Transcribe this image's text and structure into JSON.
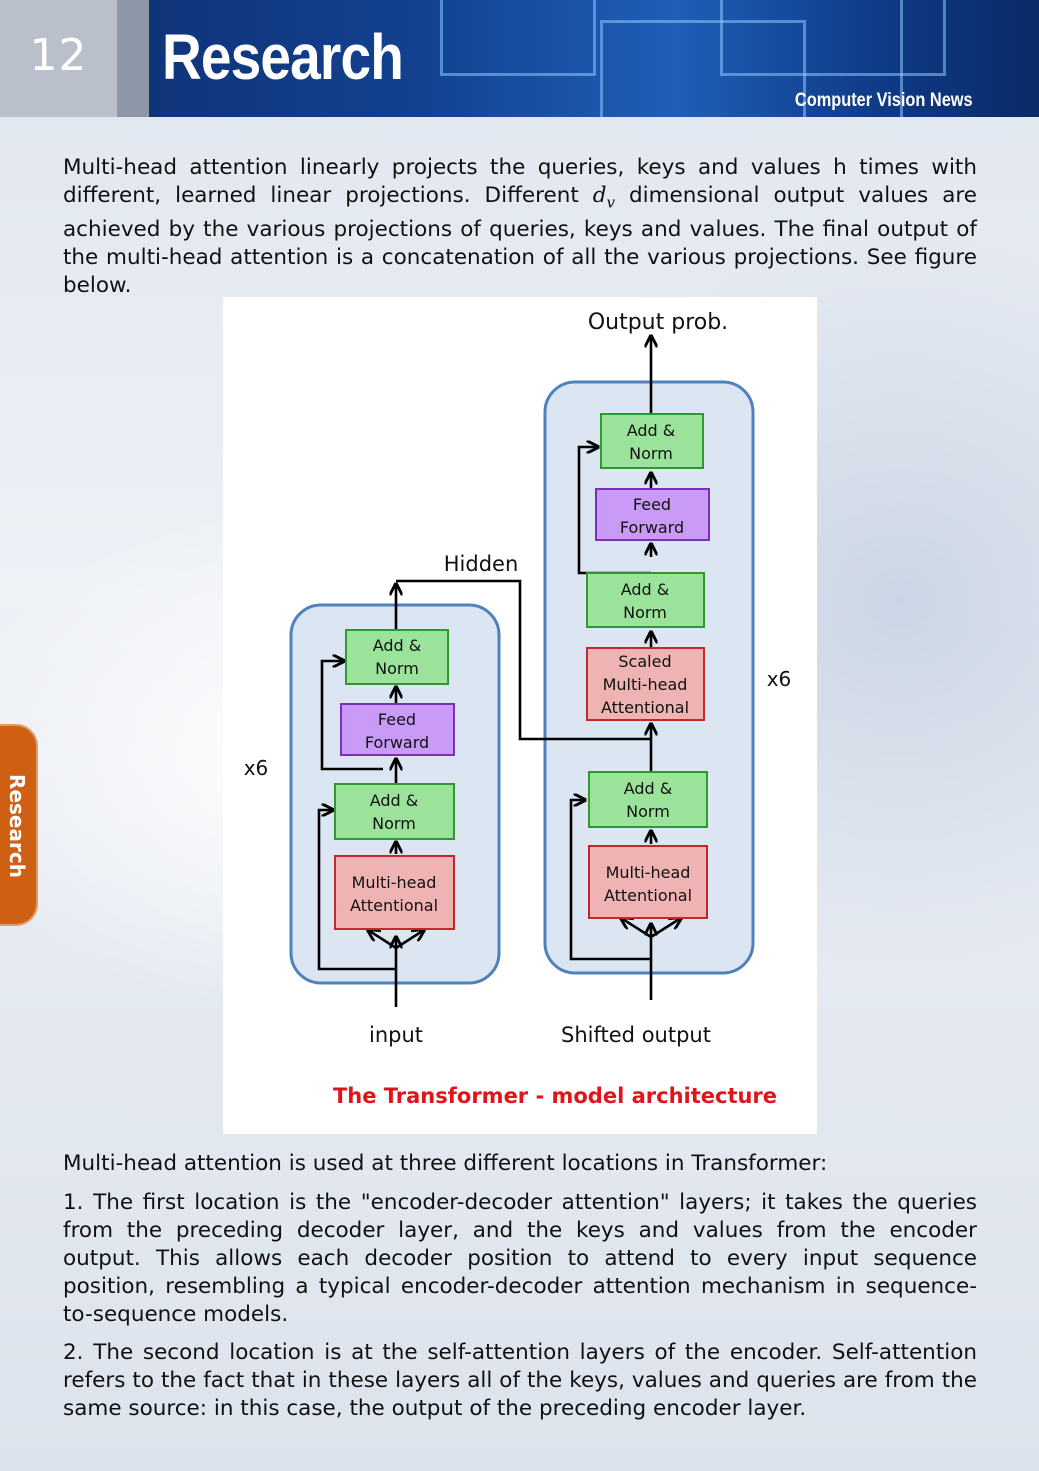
{
  "header": {
    "page_number": "12",
    "section": "Research",
    "magazine": "Computer Vision News"
  },
  "side_tab": {
    "label": "Research"
  },
  "intro": {
    "part1": "Multi-head attention linearly projects the queries, keys and values h times with different, learned linear projections. Different ",
    "dv_symbol": "d",
    "dv_sub": "v",
    "part2": " dimensional output values are achieved by the various projections of queries, keys and values. The final output of the multi-head attention is a concatenation of all the various projections. See figure below."
  },
  "figure": {
    "output_label": "Output prob.",
    "hidden_label": "Hidden",
    "input_label": "input",
    "shifted_label": "Shifted output",
    "encoder_repeat": "x6",
    "decoder_repeat": "x6",
    "caption": "The Transformer - model architecture",
    "encoder_blocks": {
      "add_norm_top": [
        "Add &",
        "Norm"
      ],
      "feed_forward": [
        "Feed",
        "Forward"
      ],
      "add_norm_bottom": [
        "Add &",
        "Norm"
      ],
      "multihead": [
        "Multi-head",
        "Attentional"
      ]
    },
    "decoder_blocks": {
      "add_norm_top": [
        "Add &",
        "Norm"
      ],
      "feed_forward": [
        "Feed",
        "Forward"
      ],
      "add_norm_mid": [
        "Add &",
        "Norm"
      ],
      "scaled_multihead": [
        "Scaled",
        "Multi-head",
        "Attentional"
      ],
      "add_norm_bottom": [
        "Add &",
        "Norm"
      ],
      "multihead": [
        "Multi-head",
        "Attentional"
      ]
    },
    "colors": {
      "add_norm_fill": "#9be39b",
      "add_norm_stroke": "#2e9a2e",
      "feed_forward_fill": "#c99bf6",
      "feed_forward_stroke": "#7a2fbf",
      "attention_fill": "#efb3b3",
      "attention_stroke": "#c0282a",
      "container_fill": "#dce6f2",
      "container_stroke": "#4f81bd",
      "caption_color": "#e0151c"
    }
  },
  "body": {
    "locations_intro": "Multi-head attention is used at three different locations in Transformer:",
    "point1": "1. The first location is the \"encoder-decoder attention\" layers; it takes the queries from the preceding decoder layer, and the keys and values from the encoder output. This allows each decoder position to attend to every input sequence position, resembling a typical encoder-decoder attention mechanism in sequence-to-sequence models.",
    "point2": "2. The second location is at the self-attention layers of the encoder. Self-attention refers to the fact that in these layers all of the keys, values and queries are from the same source: in this case, the output of the preceding encoder layer."
  }
}
